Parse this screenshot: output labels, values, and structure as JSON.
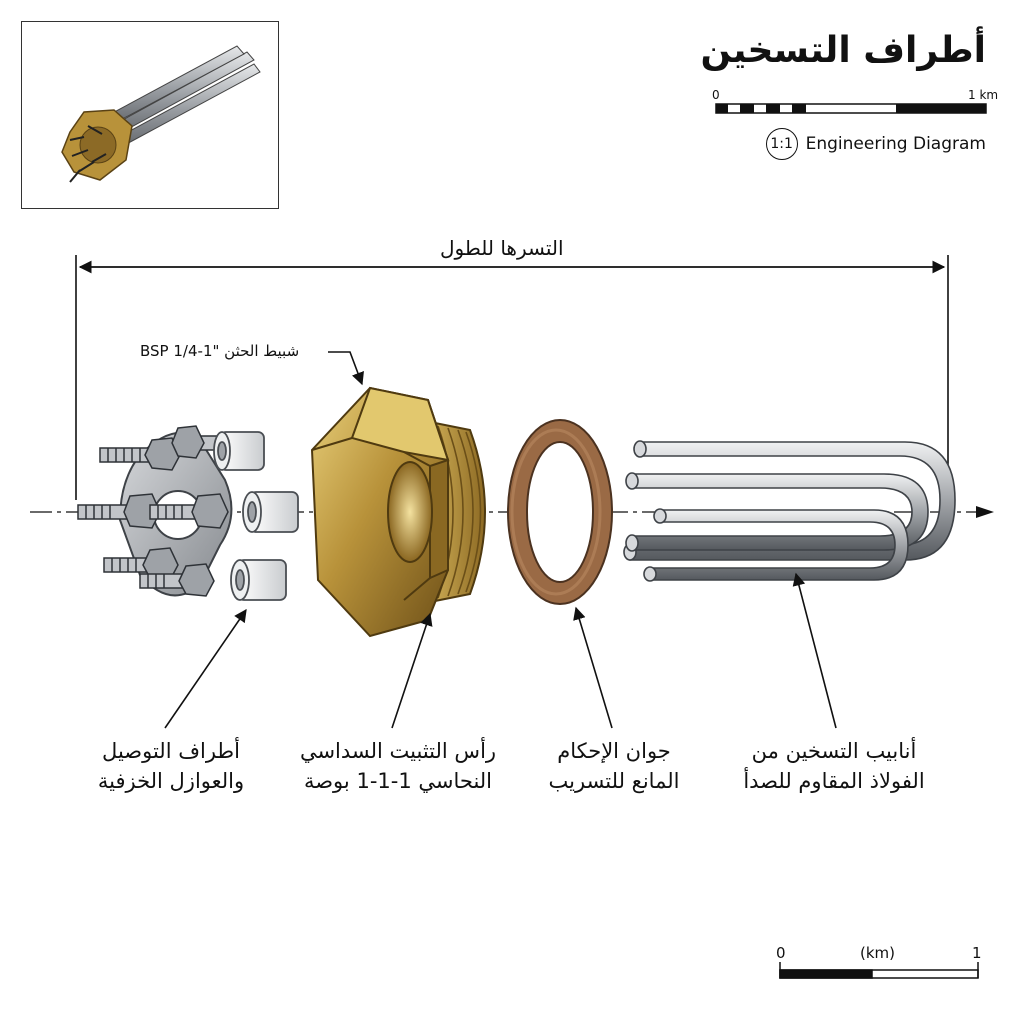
{
  "title": "أطراف التسخين",
  "scale_top": {
    "start": "0",
    "end": "1 km"
  },
  "subtitle": {
    "ratio": "1:1",
    "text": "Engineering Diagram"
  },
  "dimension": {
    "label": "التسرها للطول"
  },
  "thread_label": "شبيط الحثن \"1-1/4 BSP",
  "callouts": [
    {
      "line1": "أطراف التوصيل",
      "line2": "والعوازل الخزفية"
    },
    {
      "line1": "رأس التثبيت السداسي",
      "line2": "النحاسي 1-1-1 بوصة"
    },
    {
      "line1": "جوان الإحكام",
      "line2": "المانع للتسريب"
    },
    {
      "line1": "أنابيب التسخين من",
      "line2": "الفولاذ المقاوم للصدأ"
    }
  ],
  "scale_bottom": {
    "start": "0",
    "unit": "(km)",
    "end": "1"
  },
  "colors": {
    "brass": "#b8923a",
    "brass_dark": "#7a5a1c",
    "gasket": "#9a6a45",
    "steel": "#a9acb0",
    "steel_dark": "#5d6166"
  }
}
